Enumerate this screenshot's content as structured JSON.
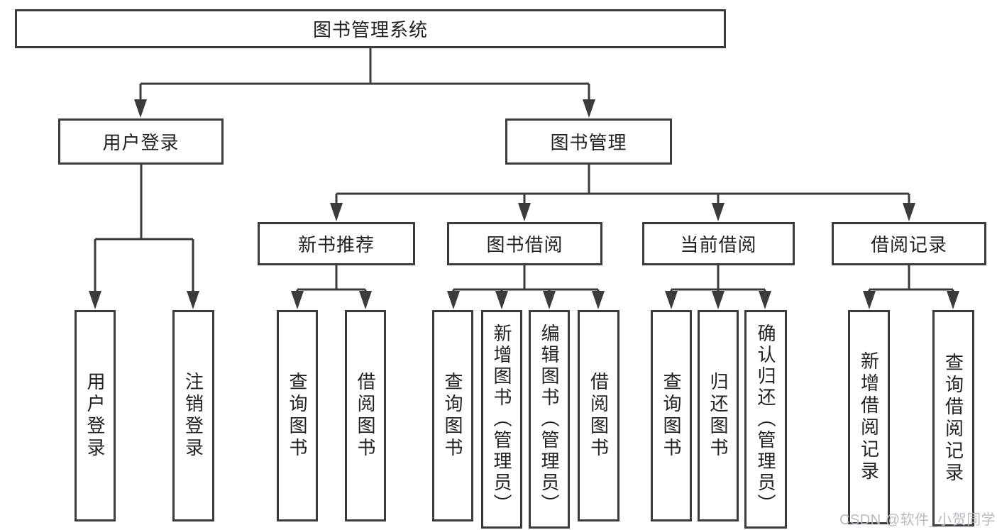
{
  "diagram_type": "hierarchy",
  "colors": {
    "line": "#3b3b3b",
    "box_border": "#3b3b3b",
    "text": "#222222",
    "background": "#ffffff",
    "watermark": "#b7bbc2"
  },
  "tree": {
    "label": "图书管理系统",
    "children": [
      {
        "label": "用户登录",
        "children": [
          {
            "label": "用户登录"
          },
          {
            "label": "注销登录"
          }
        ]
      },
      {
        "label": "图书管理",
        "children": [
          {
            "label": "新书推荐",
            "children": [
              {
                "label": "查询图书"
              },
              {
                "label": "借阅图书"
              }
            ]
          },
          {
            "label": "图书借阅",
            "children": [
              {
                "label": "查询图书"
              },
              {
                "label": "新增图书（管理员）"
              },
              {
                "label": "编辑图书（管理员）"
              },
              {
                "label": "借阅图书"
              }
            ]
          },
          {
            "label": "当前借阅",
            "children": [
              {
                "label": "查询图书"
              },
              {
                "label": "归还图书"
              },
              {
                "label": "确认归还（管理员）"
              }
            ]
          },
          {
            "label": "借阅记录",
            "children": [
              {
                "label": "新增借阅记录"
              },
              {
                "label": "查询借阅记录"
              }
            ]
          }
        ]
      }
    ]
  },
  "watermark": {
    "text": "CSDN @软件_小贺同学"
  }
}
